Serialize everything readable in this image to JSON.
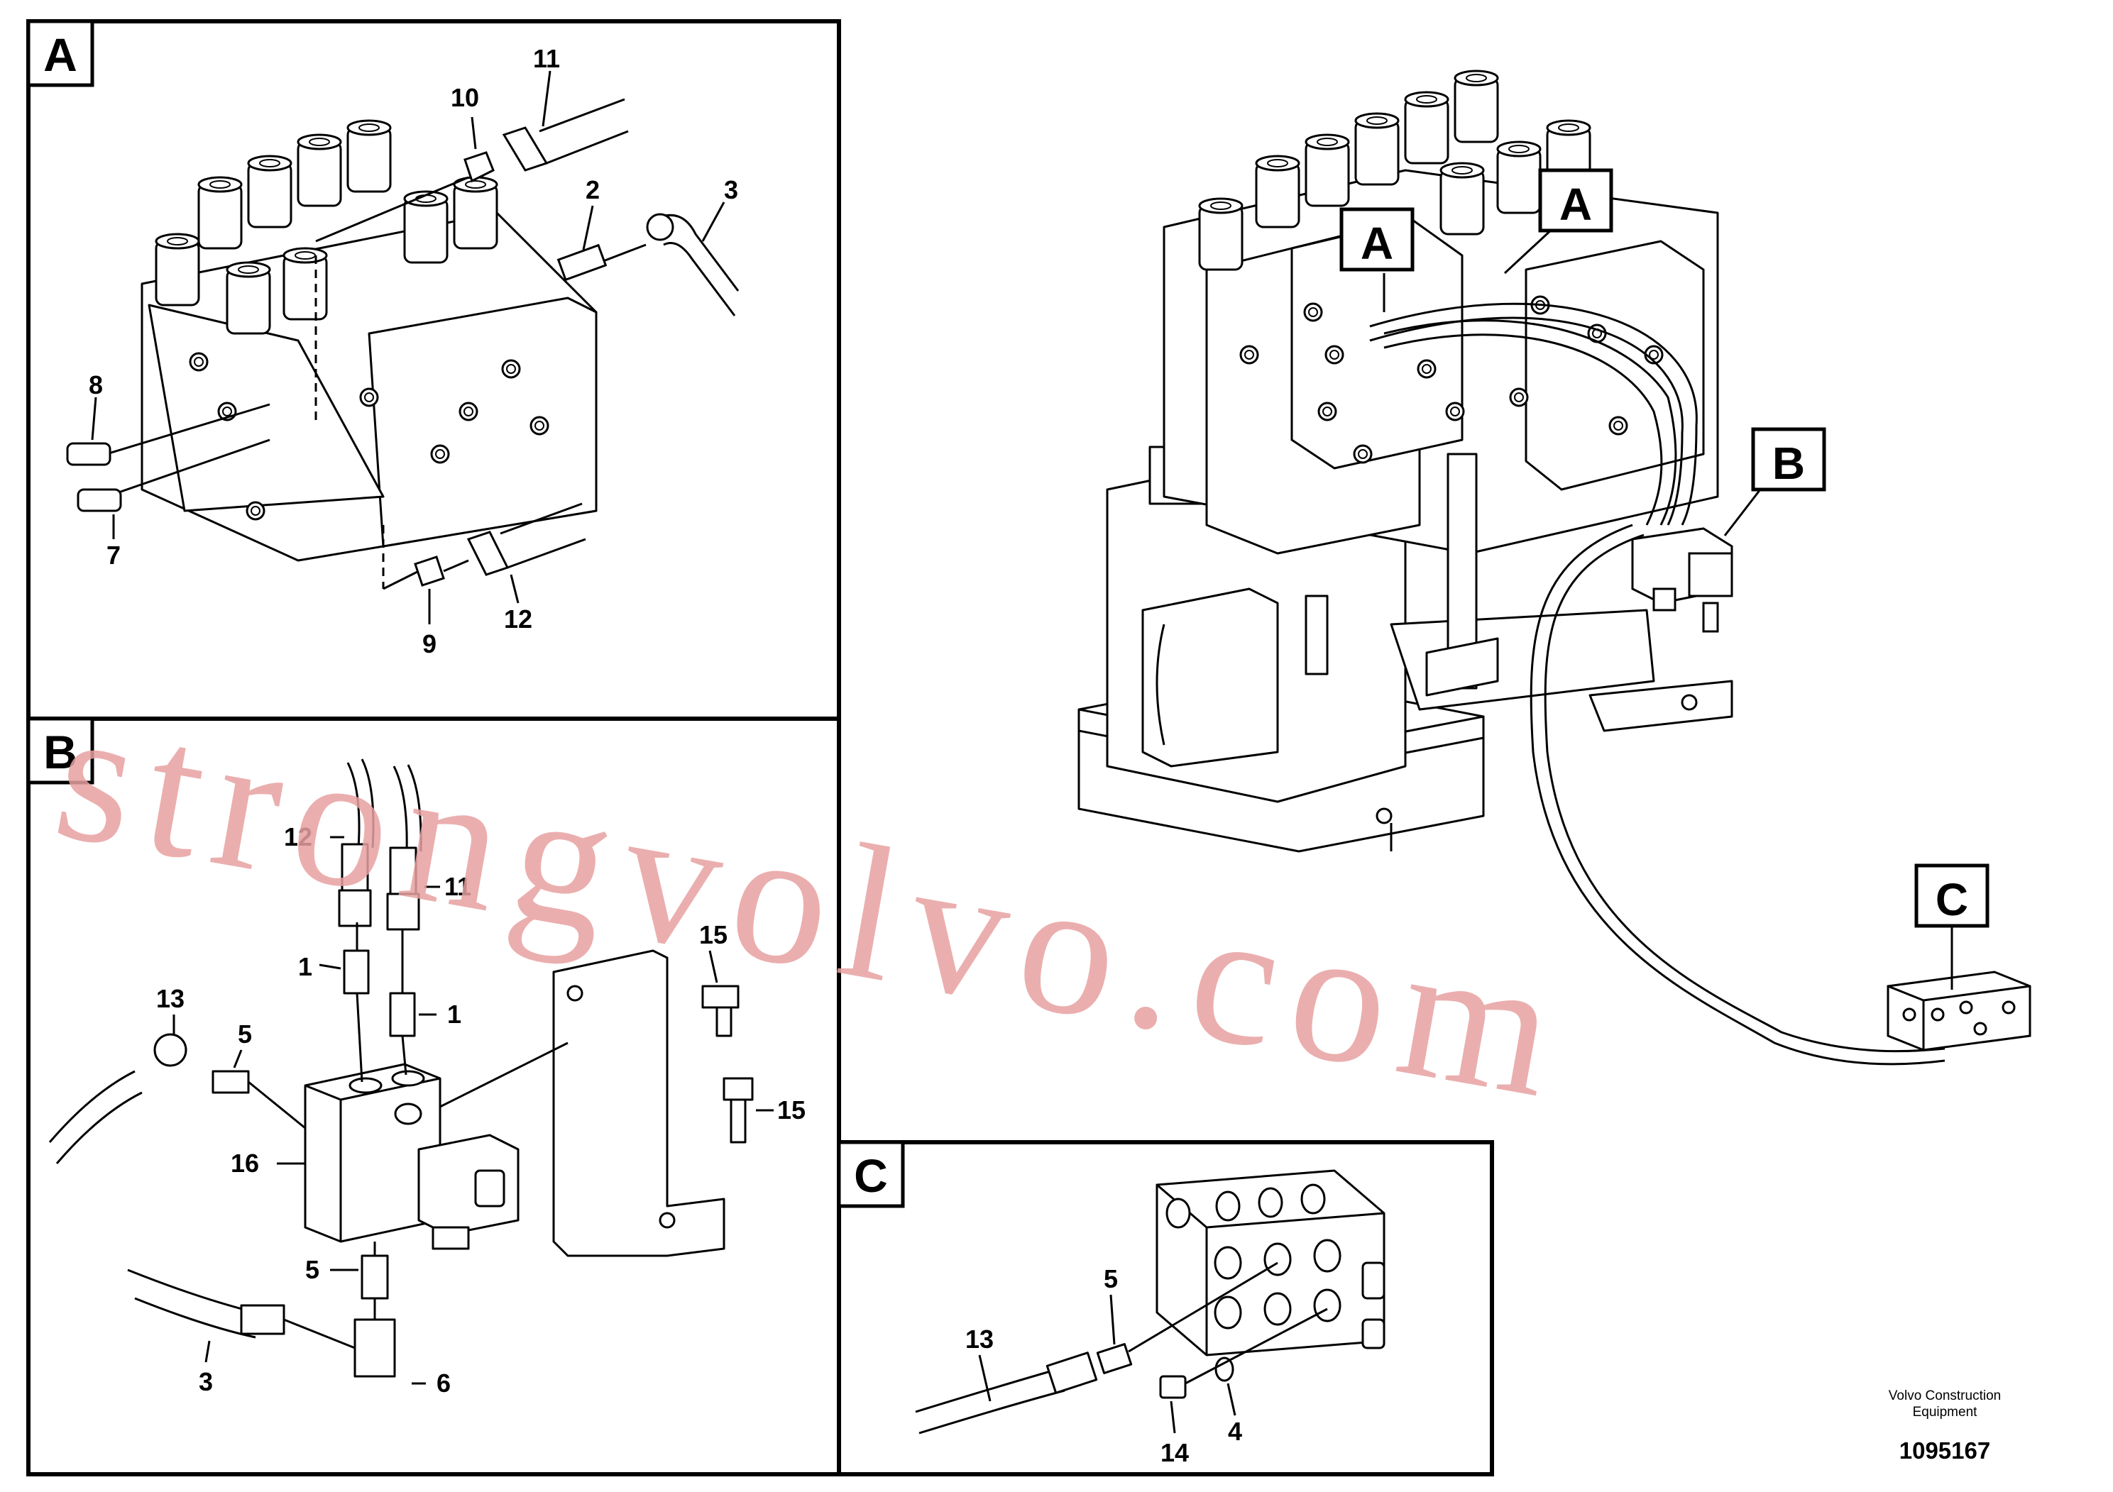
{
  "watermark": "strongvolvo.com",
  "footer": {
    "manufacturer_line1": "Volvo Construction",
    "manufacturer_line2": "Equipment",
    "drawing_number": "1095167"
  },
  "main_view": {
    "callouts": [
      {
        "id": "callout-a-left",
        "letter": "A"
      },
      {
        "id": "callout-a-right",
        "letter": "A"
      },
      {
        "id": "callout-b",
        "letter": "B"
      },
      {
        "id": "callout-c",
        "letter": "C"
      }
    ]
  },
  "detail_views": [
    {
      "id": "A",
      "letter": "A",
      "part_labels": [
        "10",
        "11",
        "2",
        "3",
        "8",
        "7",
        "9",
        "12"
      ]
    },
    {
      "id": "B",
      "letter": "B",
      "part_labels": [
        "12",
        "11",
        "1",
        "1",
        "15",
        "13",
        "5",
        "15",
        "16",
        "5",
        "3",
        "6"
      ]
    },
    {
      "id": "C",
      "letter": "C",
      "part_labels": [
        "5",
        "13",
        "14",
        "4"
      ]
    }
  ],
  "colors": {
    "line": "#000000",
    "watermark": "#e8a0a0",
    "background": "#ffffff"
  }
}
